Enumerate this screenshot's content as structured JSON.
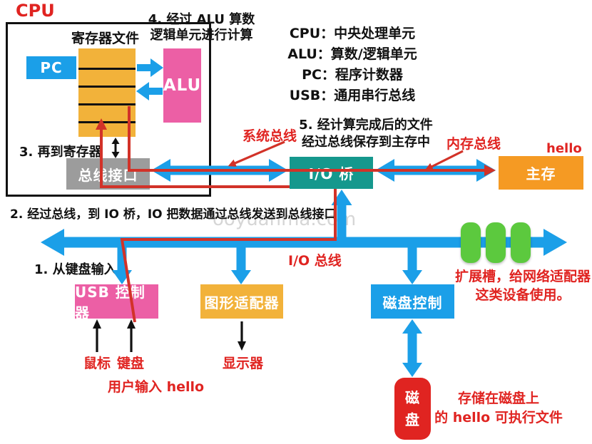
{
  "watermark": "ooyuanma.com",
  "cpu": {
    "title": "CPU",
    "register_file_label": "寄存器文件",
    "pc_label": "PC",
    "alu_label": "ALU",
    "bus_interface_label": "总线接口"
  },
  "legend": {
    "lines": [
      "CPU：中央处理单元",
      "ALU：算数/逻辑单元",
      "PC：程序计数器",
      "USB：通用串行总线"
    ]
  },
  "steps": {
    "step1": "1. 从键盘输入",
    "step2": "2. 经过总线，到 IO 桥，IO 把数据通过总线发送到总线接口",
    "step3": "3. 再到寄存器",
    "step4": "4. 经过 ALU 算数\n逻辑单元进行计算",
    "step5": "5. 经计算完成后的文件\n经过总线保存到主存中"
  },
  "bus_labels": {
    "system_bus": "系统总线",
    "memory_bus": "内存总线",
    "io_bus": "I/O 总线"
  },
  "nodes": {
    "io_bridge": "I/O 桥",
    "main_memory": "主存",
    "usb_controller": "USB 控制器",
    "graphics_adapter": "图形适配器",
    "disk_controller": "磁盘控制",
    "disk": "磁盘"
  },
  "red_notes": {
    "hello_memory": "hello",
    "mouse": "鼠标",
    "keyboard": "键盘",
    "display": "显示器",
    "user_input": "用户输入 hello",
    "expansion_slot": "扩展槽，给网络适配器\n这类设备使用。",
    "disk_storage": "存储在磁盘上\n的 hello 可执行文件"
  },
  "colors": {
    "blue": "#1B9FE8",
    "yellow": "#F2B23A",
    "pink": "#EC5FA5",
    "teal": "#15988D",
    "orange": "#F59A23",
    "gray": "#9C9C9C",
    "green": "#5CC93E",
    "red": "#E02421",
    "redline": "#D23228",
    "black": "#111111",
    "watermark": "#D6D6D6"
  }
}
